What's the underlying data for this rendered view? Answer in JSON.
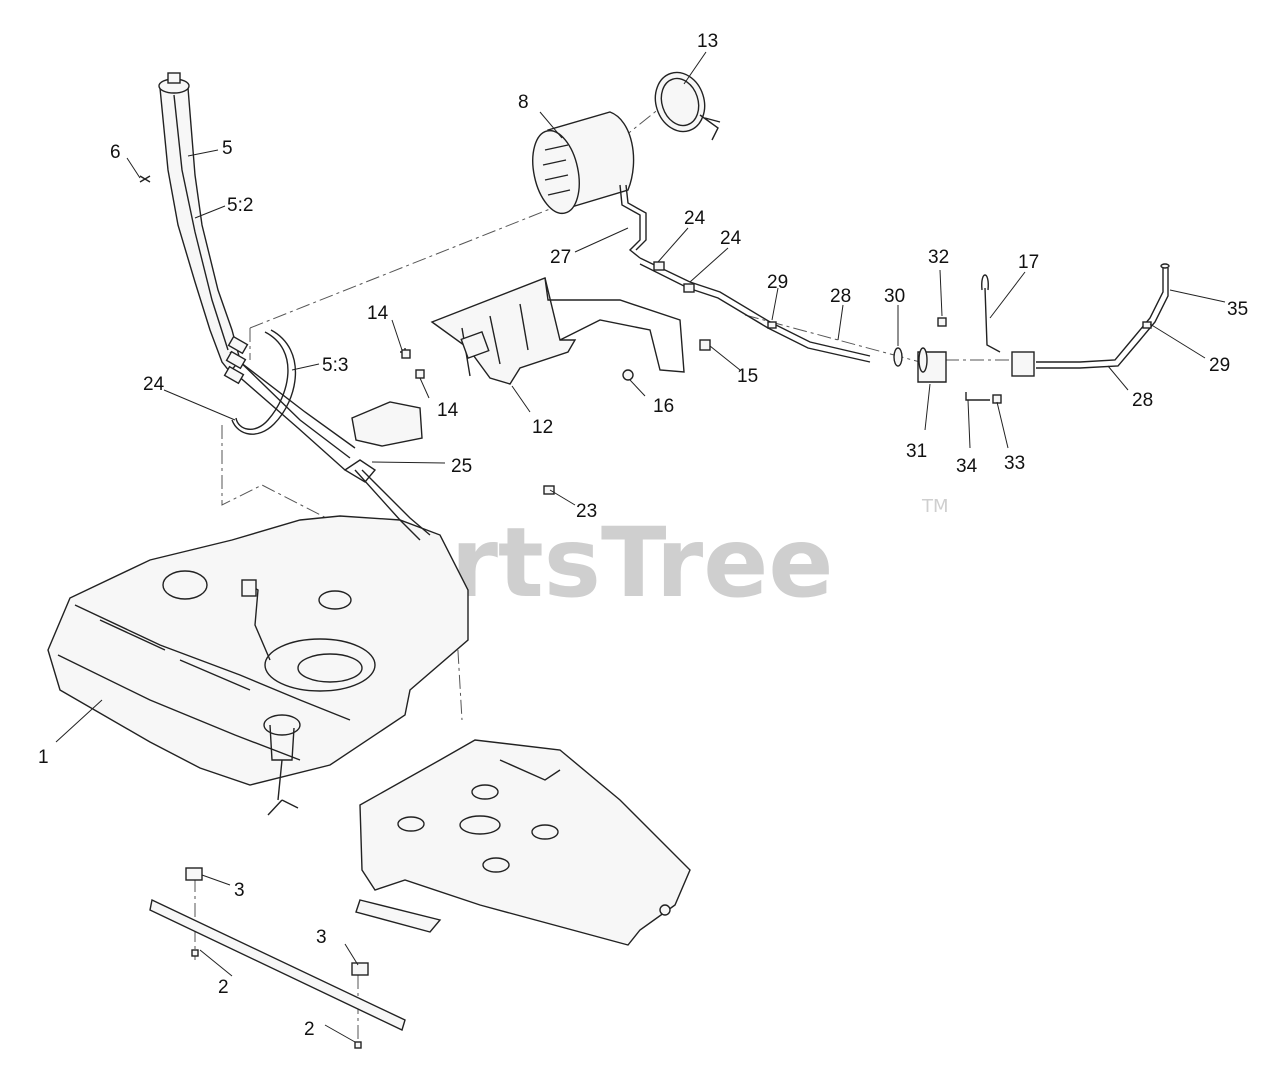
{
  "watermark": {
    "text": "PartsTree",
    "trademark": "TM"
  },
  "callouts": [
    "1",
    "2",
    "2",
    "3",
    "3",
    "5",
    "5:2",
    "5:3",
    "6",
    "8",
    "12",
    "13",
    "14",
    "14",
    "15",
    "16",
    "17",
    "23",
    "24",
    "24",
    "24",
    "25",
    "27",
    "28",
    "28",
    "29",
    "29",
    "30",
    "31",
    "32",
    "33",
    "34",
    "35"
  ],
  "colors": {
    "ink": "#222222",
    "watermark": "#cfcfcf",
    "background": "#ffffff"
  }
}
